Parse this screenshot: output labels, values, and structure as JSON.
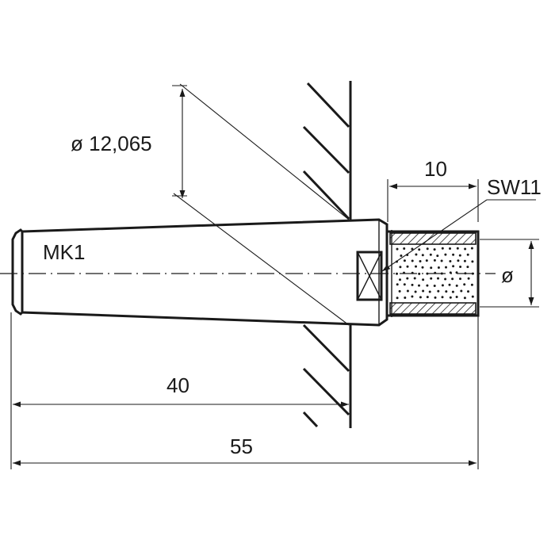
{
  "drawing": {
    "part_label": "MK1",
    "taper_diameter_label": "ø 12,065",
    "wrench_size_label": "SW11",
    "hex_length_label": "10",
    "bore_diameter_label": "ø",
    "shank_length_label": "40",
    "overall_length_label": "55"
  }
}
